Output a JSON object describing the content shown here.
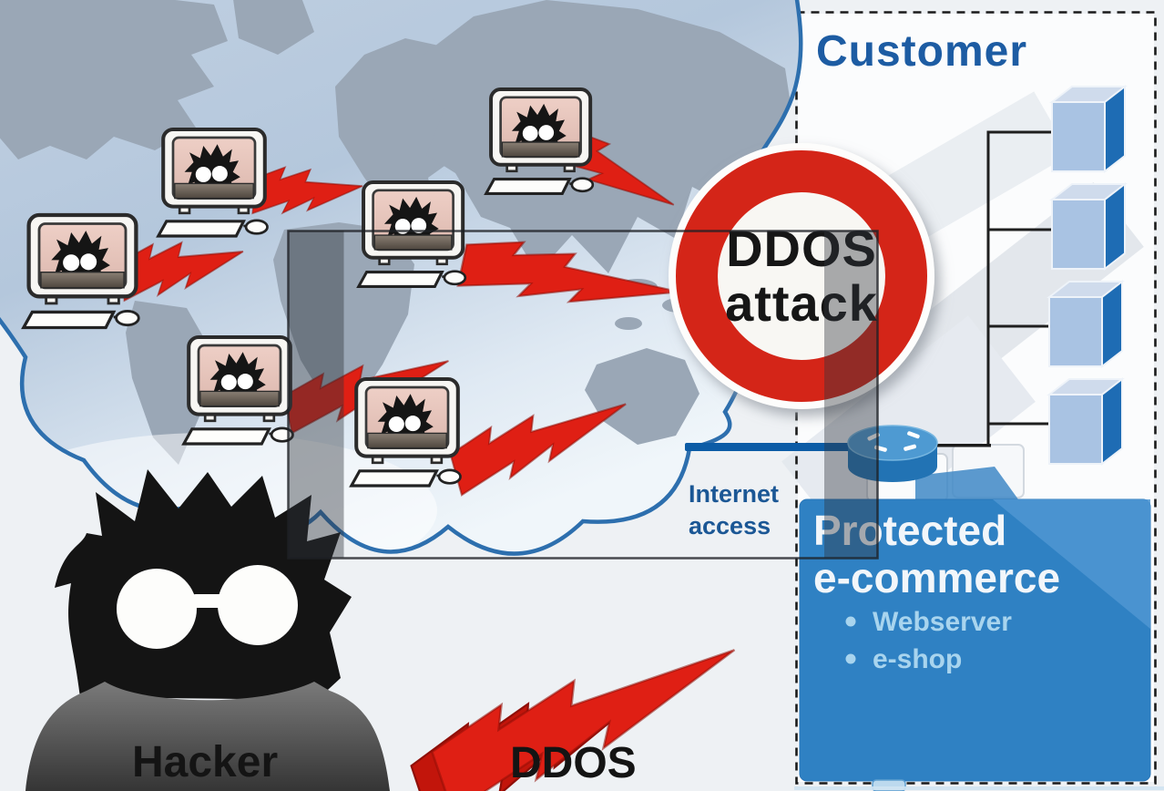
{
  "customer_panel": {
    "title": "Customer"
  },
  "sign": {
    "line1": "DDOS",
    "line2": "attack"
  },
  "cloud": {
    "internet_line1": "Internet",
    "internet_line2": "access"
  },
  "protected_box": {
    "title_line1": "Protected",
    "title_line2": "e-commerce",
    "bullets": [
      "Webserver",
      "e-shop"
    ]
  },
  "hacker": {
    "label": "Hacker"
  },
  "attack": {
    "label": "DDOS"
  },
  "icons": {
    "zombie_pc": "infected computer with malware creature on screen",
    "router": "router cylinder with routing arrows",
    "server_cube": "blue 3d server cube",
    "bolt": "red lightning attack bolt"
  },
  "colors": {
    "attack_red": "#df1f14",
    "sign_red": "#d42518",
    "panel_blue": "#2f81c3",
    "title_blue": "#1d5ca3",
    "bullet_blue": "#a8d4ee",
    "cube_front": "#a9c3e3",
    "cube_side": "#1e6cb4",
    "ocean": "#b9c9dc",
    "continent": "#9aa7b6",
    "overlay": "rgba(47,52,60,0.42)"
  }
}
